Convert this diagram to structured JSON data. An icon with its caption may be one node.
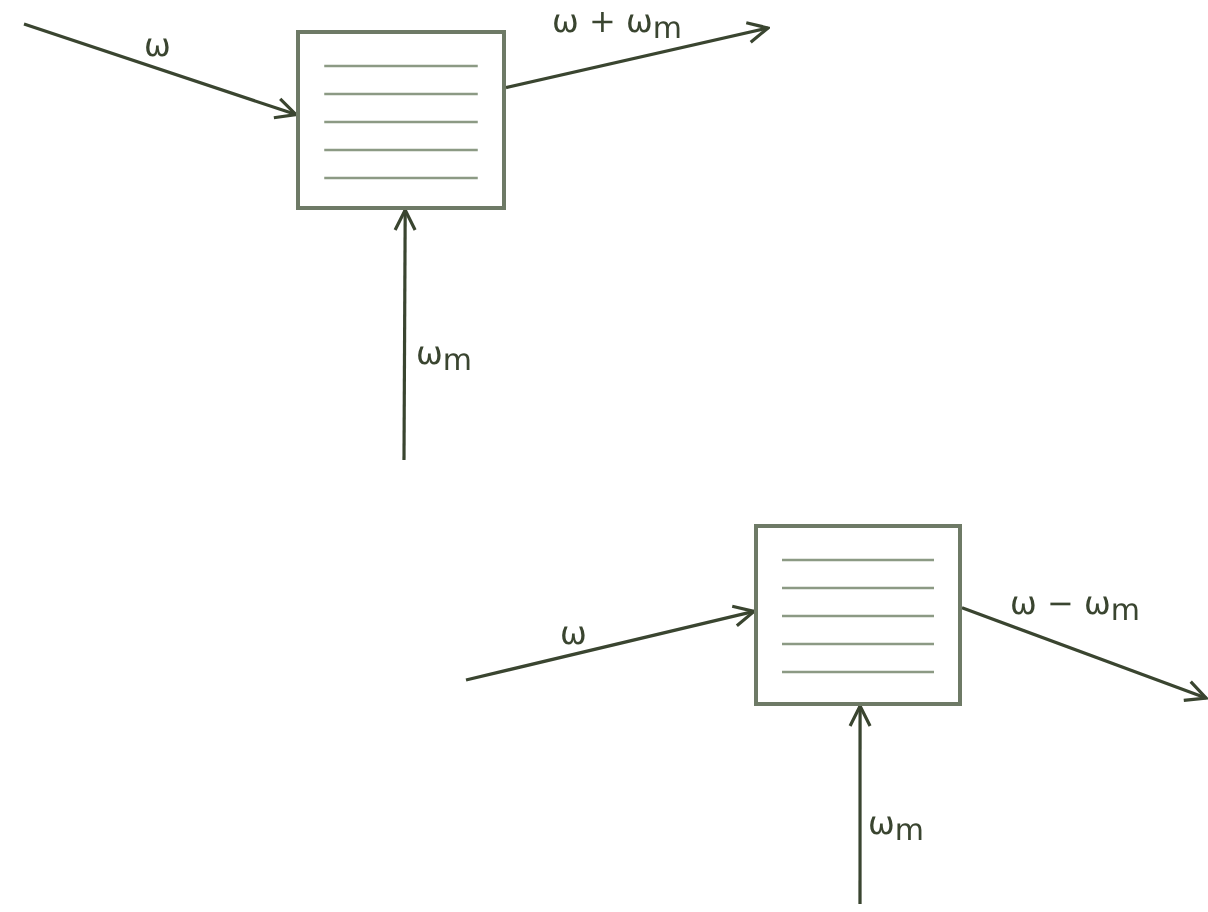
{
  "diagram": {
    "nodes": [
      {
        "text": [],
        "shape": "box"
      },
      {
        "text": [],
        "shape": "box"
      }
    ],
    "edges": [
      {
        "from": null,
        "to": 0,
        "arrow": "to",
        "label": "ω"
      },
      {
        "from": 0,
        "to": null,
        "arrow": "to",
        "label": "ω + ω$_{m}$"
      },
      {
        "from": null,
        "to": 0,
        "arrow": "to",
        "label": "ω$_{m}$"
      },
      {
        "from": null,
        "to": 1,
        "arrow": "to",
        "label": "ω"
      },
      {
        "from": 1,
        "to": null,
        "arrow": "to",
        "label": "ω − ω$_{m}$"
      },
      {
        "from": null,
        "to": 1,
        "arrow": "to",
        "label": "ω$_{m}$"
      }
    ]
  }
}
